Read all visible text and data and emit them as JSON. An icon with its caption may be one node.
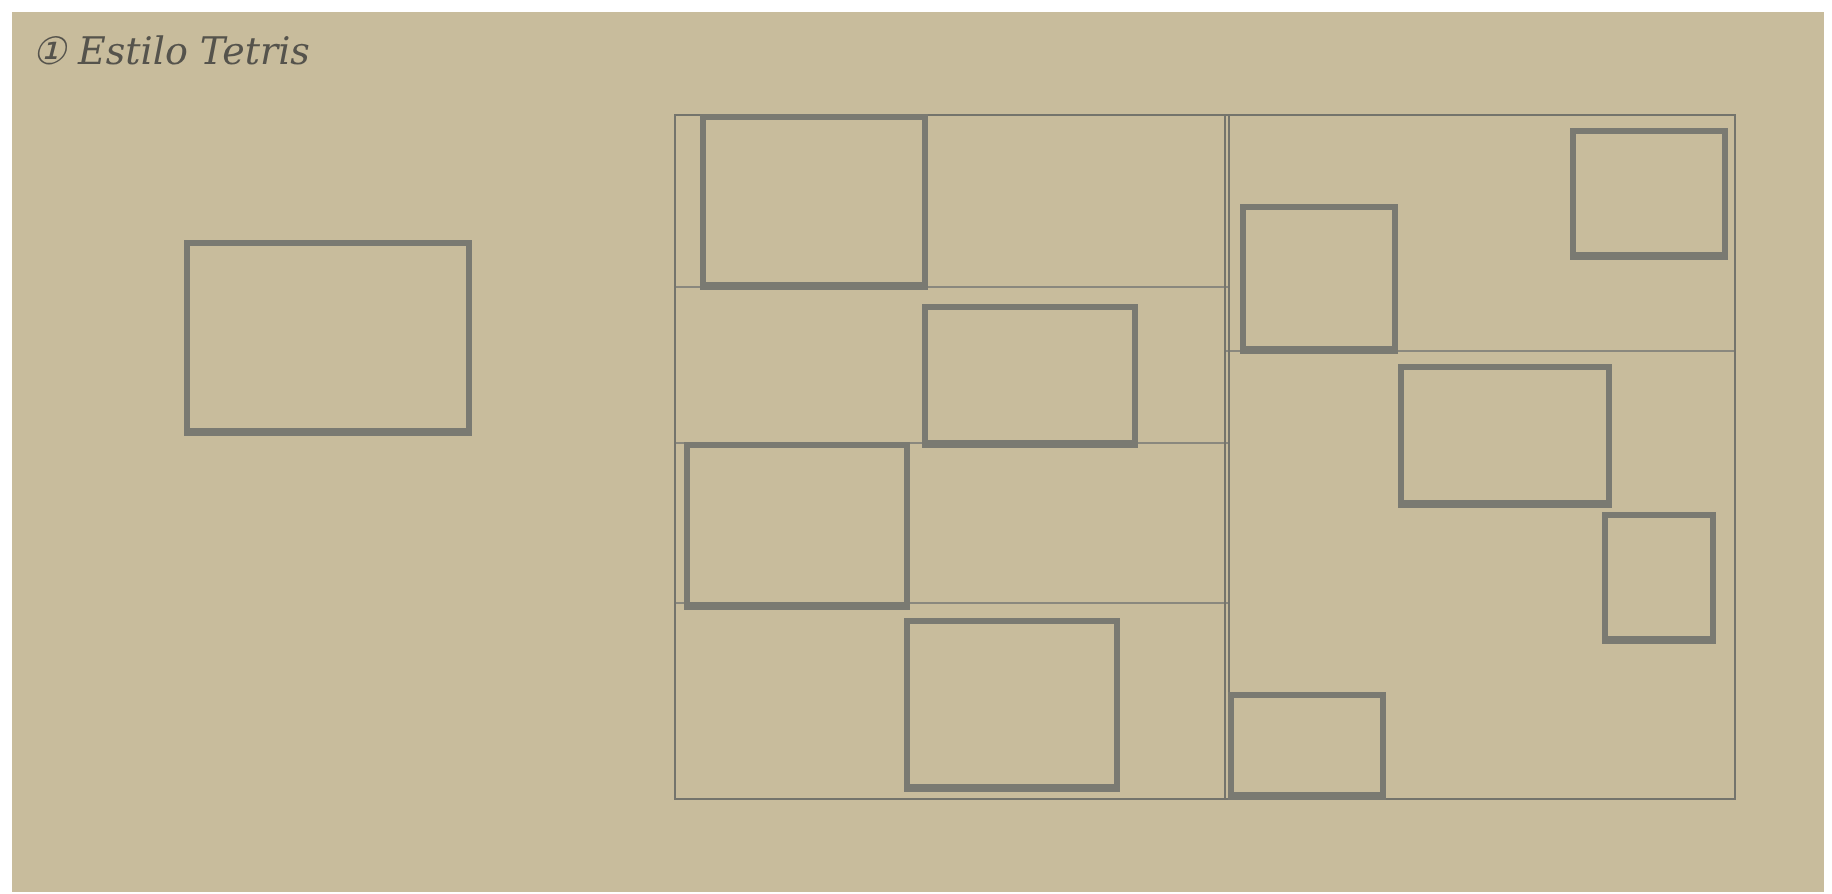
{
  "diagram": {
    "title": "① Estilo Tetris",
    "nodes": [
      {
        "text": [],
        "shape": "box"
      },
      {
        "text": [],
        "shape": "box"
      },
      {
        "text": [],
        "shape": "box"
      },
      {
        "text": [],
        "shape": "box",
        "in": 1
      },
      {
        "text": [],
        "shape": "box",
        "in": 1
      },
      {
        "text": [],
        "shape": "box",
        "in": 1
      },
      {
        "text": [],
        "shape": "box",
        "in": 1
      },
      {
        "text": [],
        "shape": "box",
        "in": 2
      },
      {
        "text": [],
        "shape": "box",
        "in": 2
      },
      {
        "text": [],
        "shape": "box",
        "in": 2
      },
      {
        "text": [],
        "shape": "box",
        "in": 2
      },
      {
        "text": [],
        "shape": "box",
        "in": 2
      }
    ]
  }
}
